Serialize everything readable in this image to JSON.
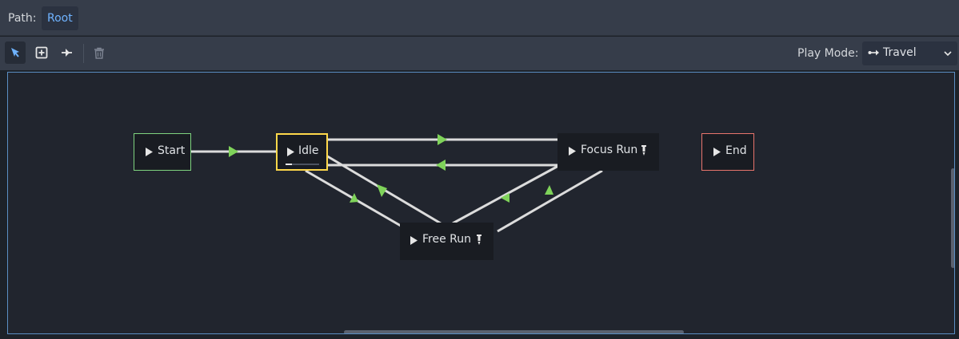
{
  "pathbar": {
    "label": "Path:",
    "root": "Root"
  },
  "toolbar": {
    "tools": [
      {
        "name": "select-tool",
        "icon": "pointer-icon",
        "active": true
      },
      {
        "name": "add-node-tool",
        "icon": "add-icon",
        "active": false
      },
      {
        "name": "connect-tool",
        "icon": "transition-icon",
        "active": false
      },
      {
        "name": "delete-tool",
        "icon": "trash-icon",
        "active": false
      }
    ],
    "play_mode_label": "Play Mode:",
    "play_mode_value": "Travel",
    "play_mode_icon": "travel-icon"
  },
  "graph": {
    "nodes": {
      "start": {
        "label": "Start",
        "border_color": "#7ed37f"
      },
      "idle": {
        "label": "Idle",
        "border_color": "#ffd84a",
        "progress": 0.2
      },
      "focus_run": {
        "label": "Focus Run",
        "editable": true
      },
      "end": {
        "label": "End",
        "border_color": "#e8746c"
      },
      "free_run": {
        "label": "Free Run",
        "editable": true
      }
    },
    "transitions": [
      {
        "from": "Start",
        "to": "Idle"
      },
      {
        "from": "Idle",
        "to": "Focus Run"
      },
      {
        "from": "Focus Run",
        "to": "Idle"
      },
      {
        "from": "Idle",
        "to": "Free Run"
      },
      {
        "from": "Free Run",
        "to": "Idle"
      },
      {
        "from": "Free Run",
        "to": "Focus Run"
      },
      {
        "from": "Focus Run",
        "to": "Free Run"
      }
    ],
    "arrow_color": "#7fd35a",
    "line_color": "#dcdcdc"
  }
}
